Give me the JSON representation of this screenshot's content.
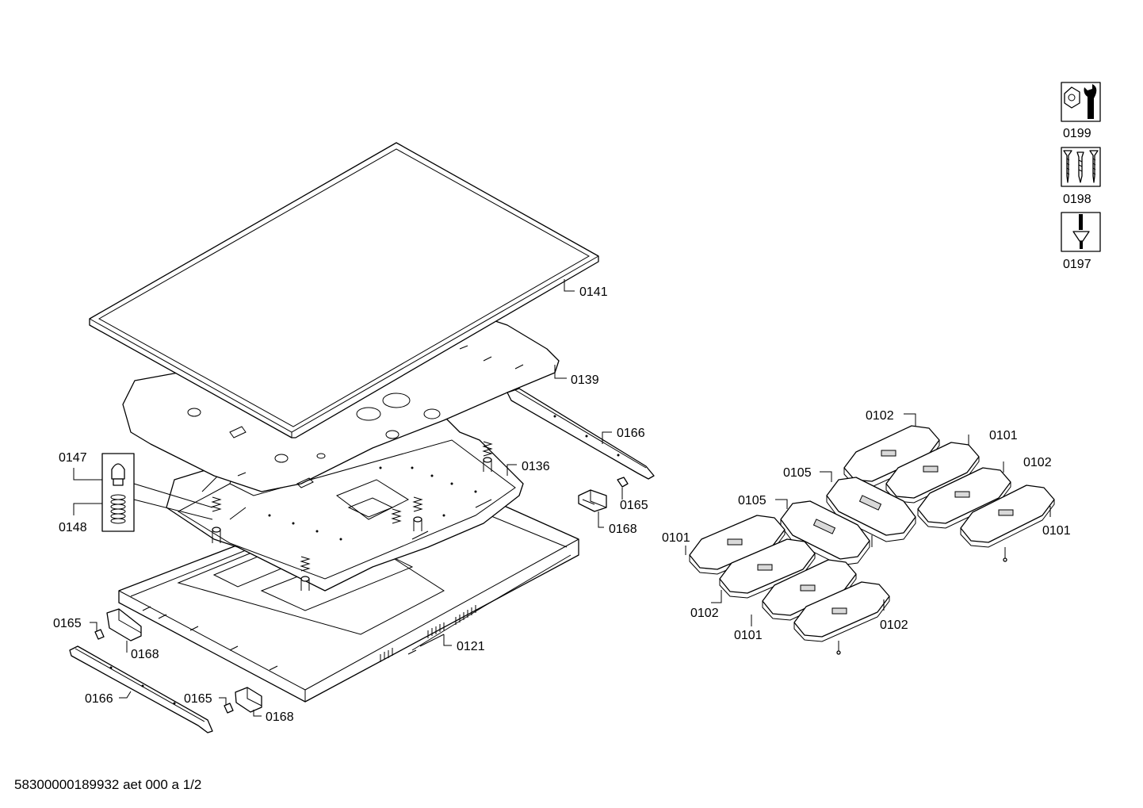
{
  "labels": {
    "l0141": "0141",
    "l0139": "0139",
    "l0166a": "0166",
    "l0136": "0136",
    "l0147": "0147",
    "l0148": "0148",
    "l0165a": "0165",
    "l0168a": "0168",
    "l0165b": "0165",
    "l0168b": "0168",
    "l0121": "0121",
    "l0166b": "0166",
    "l0165c": "0165",
    "l0168c": "0168",
    "l0102a": "0102",
    "l0101a": "0101",
    "l0102b": "0102",
    "l0105a": "0105",
    "l0105b": "0105",
    "l0101b": "0101",
    "l0101c": "0101",
    "l0102c": "0102",
    "l0101d": "0101",
    "l0102d": "0102"
  },
  "tool_icons": [
    {
      "label": "0199",
      "icon": "wrench-nut-icon"
    },
    {
      "label": "0198",
      "icon": "screws-icon"
    },
    {
      "label": "0197",
      "icon": "screwdriver-icon"
    }
  ],
  "footer": "58300000189932 aet 000 a 1/2"
}
